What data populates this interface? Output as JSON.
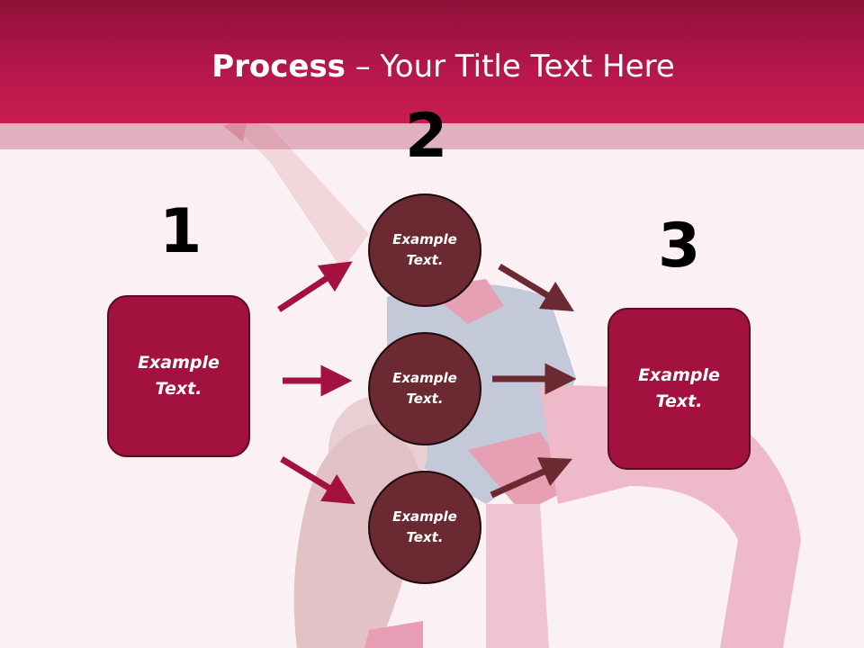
{
  "title": {
    "bold": "Process",
    "rest": " – Your Title Text Here"
  },
  "steps": {
    "one": "1",
    "two": "2",
    "three": "3"
  },
  "left_box": {
    "text": "Example\nText."
  },
  "right_box": {
    "text": "Example\nText."
  },
  "circles": [
    {
      "text": "Example\nText."
    },
    {
      "text": "Example\nText."
    },
    {
      "text": "Example\nText."
    }
  ],
  "colors": {
    "header": "#b41749",
    "box_fill": "#a3123f",
    "circle_fill": "#6b2a31",
    "arrow_left": "#a3123f",
    "arrow_right": "#6b2a31"
  },
  "background_image": "dancer-photo"
}
